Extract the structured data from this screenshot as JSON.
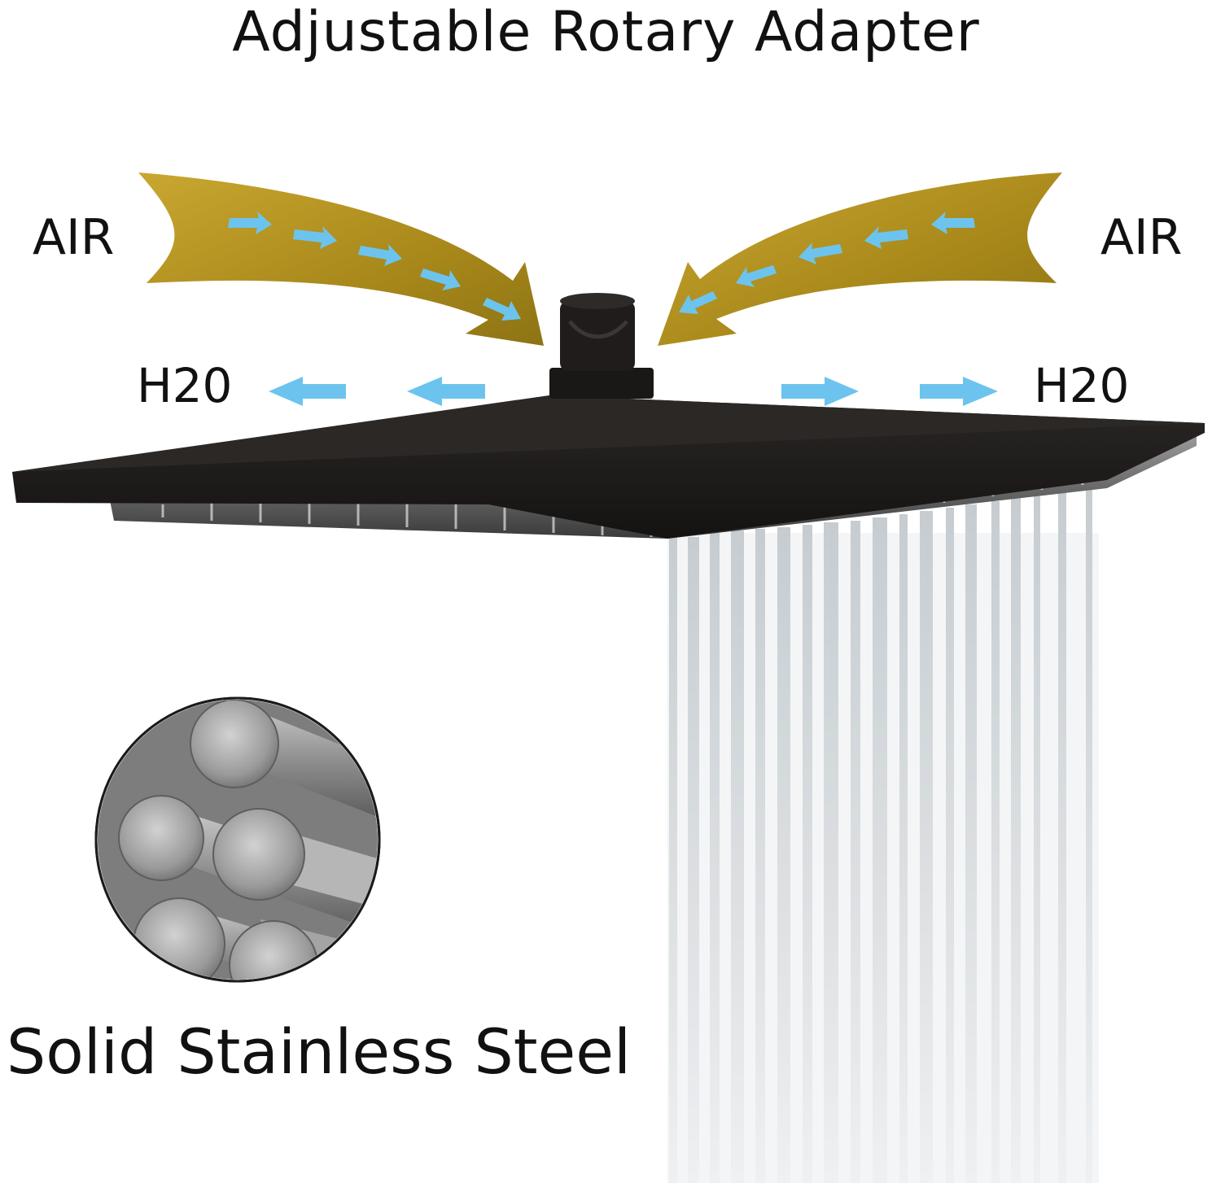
{
  "title": "Adjustable Rotary Adapter",
  "labels": {
    "air_left": "AIR",
    "air_right": "AIR",
    "h2o_left": "H20",
    "h2o_right": "H20"
  },
  "caption": "Solid Stainless Steel",
  "colors": {
    "background": "#ffffff",
    "text": "#111111",
    "gold_arrow": "#b08f1c",
    "blue_arrow": "#6cc4ee",
    "shower_head": "#1c1a19",
    "water": "#d9dde0",
    "steel": "#a9a9a9"
  },
  "icons": {
    "air_arrows": "curved-gold-arrow",
    "water_flow": "blue-direction-arrow",
    "material": "steel-rods-circle"
  }
}
